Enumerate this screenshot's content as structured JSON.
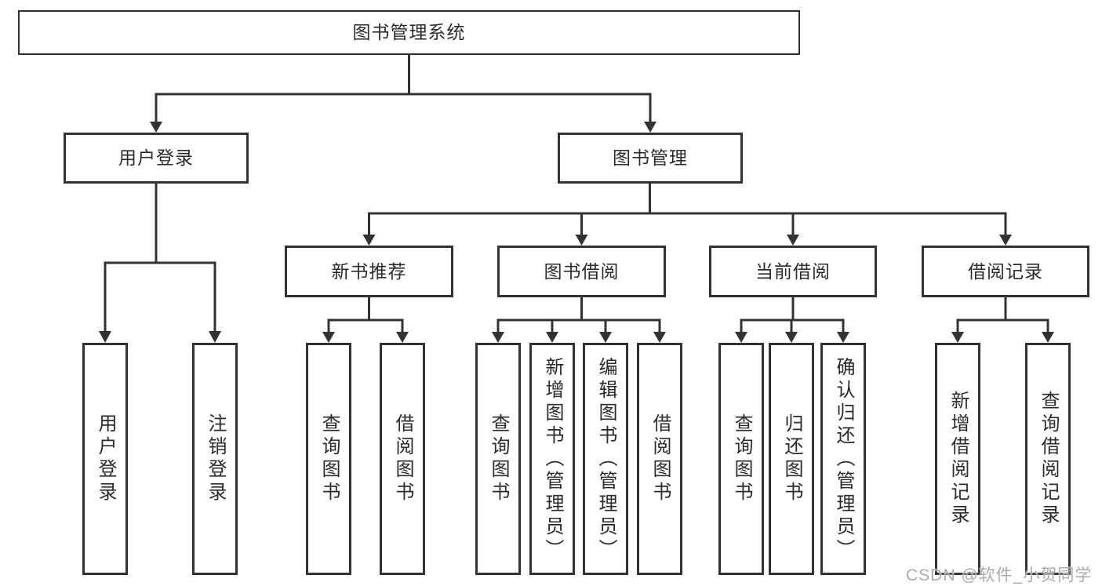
{
  "diagram": {
    "root": {
      "label": "图书管理系统"
    },
    "level2": [
      {
        "label": "用户登录"
      },
      {
        "label": "图书管理"
      }
    ],
    "level3": [
      {
        "label": "新书推荐"
      },
      {
        "label": "图书借阅"
      },
      {
        "label": "当前借阅"
      },
      {
        "label": "借阅记录"
      }
    ],
    "leaves": [
      {
        "label": "用户登录",
        "parent": "用户登录"
      },
      {
        "label": "注销登录",
        "parent": "用户登录"
      },
      {
        "label": "查询图书",
        "parent": "新书推荐"
      },
      {
        "label": "借阅图书",
        "parent": "新书推荐"
      },
      {
        "label": "查询图书",
        "parent": "图书借阅"
      },
      {
        "label": "新增图书（管理员）",
        "parent": "图书借阅"
      },
      {
        "label": "编辑图书（管理员）",
        "parent": "图书借阅"
      },
      {
        "label": "借阅图书",
        "parent": "图书借阅"
      },
      {
        "label": "查询图书",
        "parent": "当前借阅"
      },
      {
        "label": "归还图书",
        "parent": "当前借阅"
      },
      {
        "label": "确认归还（管理员）",
        "parent": "当前借阅"
      },
      {
        "label": "新增借阅记录",
        "parent": "借阅记录"
      },
      {
        "label": "查询借阅记录",
        "parent": "借阅记录"
      }
    ]
  },
  "watermark": {
    "text": "CSDN @软件_小贺同学"
  },
  "colors": {
    "line_color": "#333333",
    "text_color": "#2b2b2b",
    "box_bg": "#ffffff",
    "page_bg": "#ffffff",
    "watermark_color": "#ababab"
  }
}
